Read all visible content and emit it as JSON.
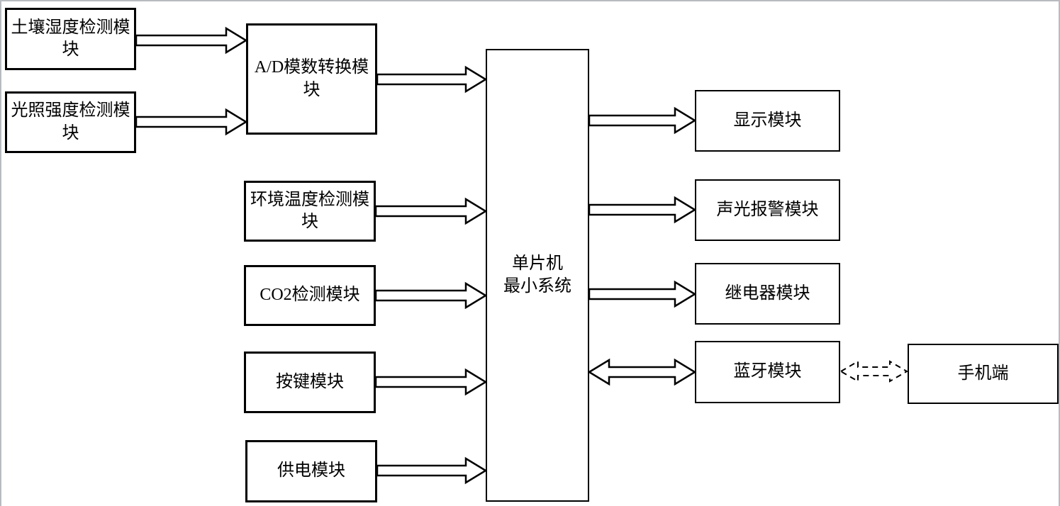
{
  "diagram": {
    "nodes": {
      "soil": "土壤湿度检测模\n块",
      "light": "光照强度检测模\n块",
      "adc": "A/D模数转换模\n块",
      "temp": "环境温度检测模\n块",
      "co2": "CO2检测模块",
      "key": "按键模块",
      "power": "供电模块",
      "mcu": "单片机\n最小系统",
      "display": "显示模块",
      "alarm": "声光报警模块",
      "relay": "继电器模块",
      "bluetooth": "蓝牙模块",
      "phone": "手机端"
    },
    "connections": [
      {
        "from": "土壤湿度检测模块",
        "to": "A/D模数转换模块",
        "style": "block-arrow"
      },
      {
        "from": "光照强度检测模块",
        "to": "A/D模数转换模块",
        "style": "block-arrow"
      },
      {
        "from": "A/D模数转换模块",
        "to": "单片机最小系统",
        "style": "block-arrow"
      },
      {
        "from": "环境温度检测模块",
        "to": "单片机最小系统",
        "style": "block-arrow"
      },
      {
        "from": "CO2检测模块",
        "to": "单片机最小系统",
        "style": "block-arrow"
      },
      {
        "from": "按键模块",
        "to": "单片机最小系统",
        "style": "block-arrow"
      },
      {
        "from": "供电模块",
        "to": "单片机最小系统",
        "style": "block-arrow"
      },
      {
        "from": "单片机最小系统",
        "to": "显示模块",
        "style": "block-arrow"
      },
      {
        "from": "单片机最小系统",
        "to": "声光报警模块",
        "style": "block-arrow"
      },
      {
        "from": "单片机最小系统",
        "to": "继电器模块",
        "style": "block-arrow"
      },
      {
        "from": "单片机最小系统",
        "to": "蓝牙模块",
        "style": "double-headed-block-arrow"
      },
      {
        "from": "蓝牙模块",
        "to": "手机端",
        "style": "double-headed-dashed-arrow"
      }
    ],
    "colors": {
      "line": "#000000",
      "node_fill": "#ffffff",
      "background": "#ffffff",
      "frame_border": "#b8bcc0"
    }
  }
}
